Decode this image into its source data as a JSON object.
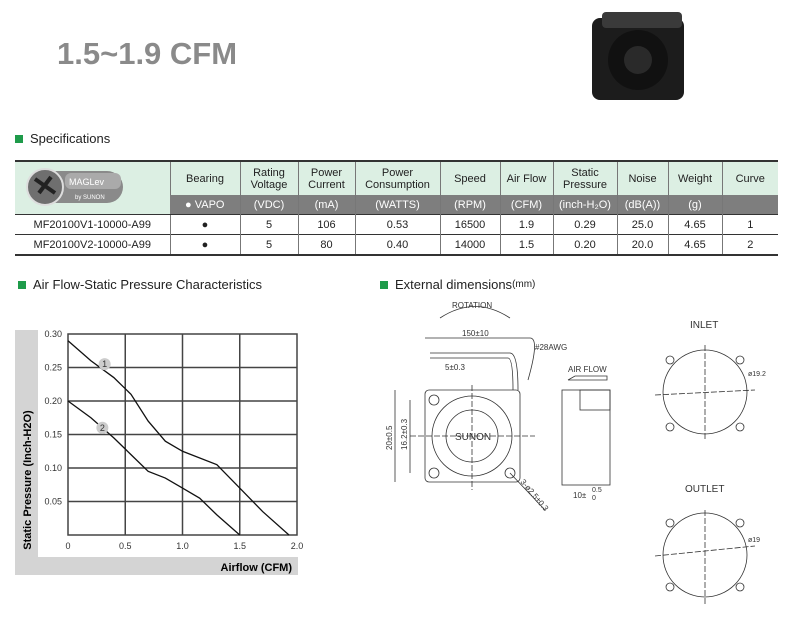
{
  "title": "1.5~1.9 CFM",
  "specifications_heading": "Specifications",
  "logo": {
    "brand": "MAGLev",
    "sub": "by SUNON"
  },
  "table": {
    "headers": [
      "Bearing",
      "Rating Voltage",
      "Power Current",
      "Power Consumption",
      "Speed",
      "Air Flow",
      "Static Pressure",
      "Noise",
      "Weight",
      "Curve"
    ],
    "units": [
      "● VAPO",
      "(VDC)",
      "(mA)",
      "(WATTS)",
      "(RPM)",
      "(CFM)",
      "(inch-H₂O)",
      "(dB(A))",
      "(g)",
      ""
    ],
    "rows": [
      [
        "MF20100V1-10000-A99",
        "●",
        "5",
        "106",
        "0.53",
        "16500",
        "1.9",
        "0.29",
        "25.0",
        "4.65",
        "1"
      ],
      [
        "MF20100V2-10000-A99",
        "●",
        "5",
        "80",
        "0.40",
        "14000",
        "1.5",
        "0.20",
        "20.0",
        "4.65",
        "2"
      ]
    ]
  },
  "chart_heading": "Air Flow-Static Pressure Characteristics",
  "chart_data": {
    "type": "line",
    "xlabel": "Airflow (CFM)",
    "ylabel": "Static Pressure (Inch-H2O)",
    "xlim": [
      0,
      2.0
    ],
    "ylim": [
      0,
      0.3
    ],
    "xticks": [
      "0",
      "0.5",
      "1.0",
      "1.5",
      "2.0"
    ],
    "yticks": [
      "0.05",
      "0.10",
      "0.15",
      "0.20",
      "0.25",
      "0.30"
    ],
    "grid": true,
    "series": [
      {
        "name": "1",
        "x": [
          0,
          0.2,
          0.4,
          0.55,
          0.7,
          0.85,
          1.0,
          1.3,
          1.5,
          1.7,
          1.93
        ],
        "y": [
          0.29,
          0.26,
          0.235,
          0.21,
          0.17,
          0.14,
          0.125,
          0.105,
          0.07,
          0.035,
          0
        ]
      },
      {
        "name": "2",
        "x": [
          0,
          0.2,
          0.4,
          0.55,
          0.7,
          0.85,
          1.0,
          1.15,
          1.3,
          1.5
        ],
        "y": [
          0.2,
          0.175,
          0.145,
          0.12,
          0.095,
          0.085,
          0.07,
          0.055,
          0.03,
          0
        ]
      }
    ]
  },
  "dimensions_heading": "External dimensions",
  "dimensions_unit": "(mm)",
  "drawing": {
    "rotation": "ROTATION",
    "cable_length": "150±10",
    "wire": "#28AWG",
    "strip": "5±0.3",
    "air_flow": "AIR FLOW",
    "size": "20±0.5",
    "hole_pitch": "16.2±0.3",
    "brand": "SUNON",
    "holes": "3-ø2.5±0.3",
    "thickness": "10±",
    "tol_plus": "0.5",
    "tol_minus": "0",
    "inlet": "INLET",
    "outlet": "OUTLET",
    "inlet_dia": "ø19.2",
    "outlet_dia": "ø19"
  }
}
